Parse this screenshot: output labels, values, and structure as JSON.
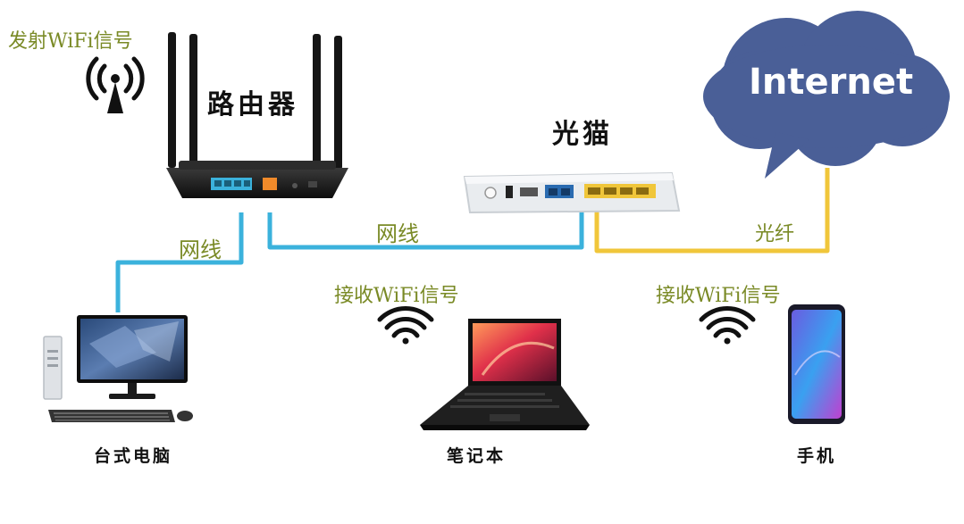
{
  "labels": {
    "transmit_wifi": "发射WiFi信号",
    "router": "路由器",
    "modem": "光猫",
    "internet": "Internet",
    "cable_left": "网线",
    "cable_middle": "网线",
    "fiber": "光纤",
    "receive_wifi_laptop": "接收WiFi信号",
    "receive_wifi_phone": "接收WiFi信号",
    "desktop": "台式电脑",
    "laptop": "笔记本",
    "phone": "手机"
  },
  "icons": {
    "antenna": "antenna-tower-icon",
    "wifi": "wifi-icon"
  },
  "colors": {
    "ethernet_line": "#3bb2dc",
    "fiber_line": "#f0c63a",
    "cloud": "#4a5f97",
    "label_text": "#7a8a26"
  }
}
